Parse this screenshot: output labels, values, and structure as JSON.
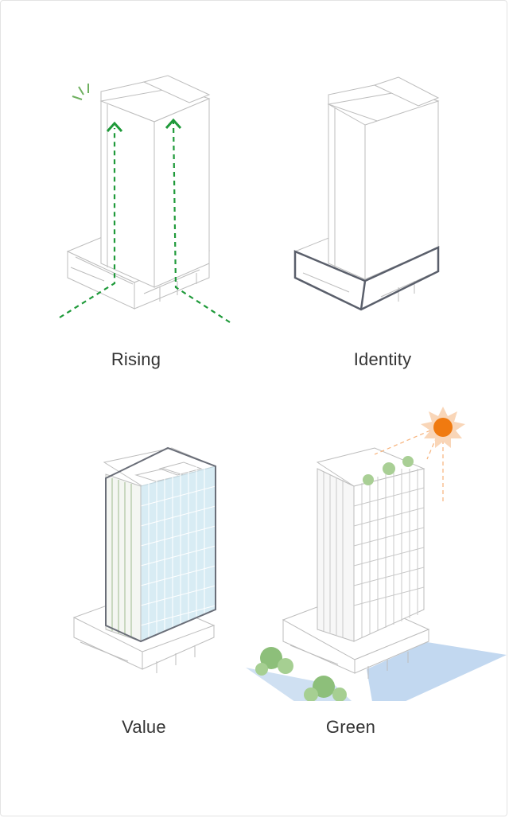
{
  "panels": [
    {
      "label": "Rising"
    },
    {
      "label": "Identity"
    },
    {
      "label": "Value"
    },
    {
      "label": "Green"
    }
  ],
  "colors": {
    "line": "#b8b8b8",
    "green_arrow": "#1f9a3a",
    "outline": "#5a5f6b",
    "sun": "#f07a10",
    "sun_ray": "#f7b27a",
    "glass": "#d8ecf4",
    "shadow": "#b7d0ec",
    "tree": "#8dbf7a"
  }
}
